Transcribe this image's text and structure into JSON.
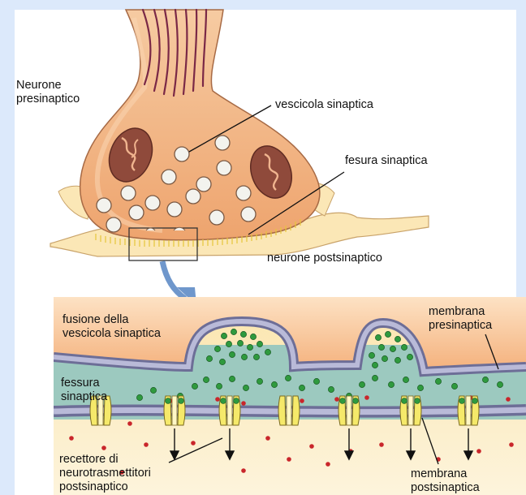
{
  "frame_color": "#dce9fb",
  "labels": {
    "presynaptic_neuron": "Neurone\npresinaptico",
    "synaptic_vesicle": "vescicola sinaptica",
    "synaptic_cleft_top": "fesura sinaptica",
    "postsynaptic_neuron": "neurone postsinaptico",
    "vesicle_fusion": "fusione della\nvescicola sinaptica",
    "presynaptic_membrane": "membrana\npresinaptica",
    "synaptic_cleft_bottom": "fessura\nsinaptica",
    "receptor": "recettore di\nneurotrasmettitori\npostsinaptico",
    "postsynaptic_membrane": "membrana\npostsinaptica"
  },
  "colors": {
    "terminal": "#f2b583",
    "terminal_outline": "#a76a45",
    "axon_lines": "#7a2846",
    "mitochondrion": "#8f4a3b",
    "vesicle": "#f3f3ee",
    "cleft": "#9cc9bf",
    "neurotransmitter": "#2f9a3e",
    "free_transmitter": "#c9262b",
    "postsynaptic": "#fbe7b6",
    "receptor": "#f5e96a",
    "zoom_arrow": "#6f97cc"
  }
}
